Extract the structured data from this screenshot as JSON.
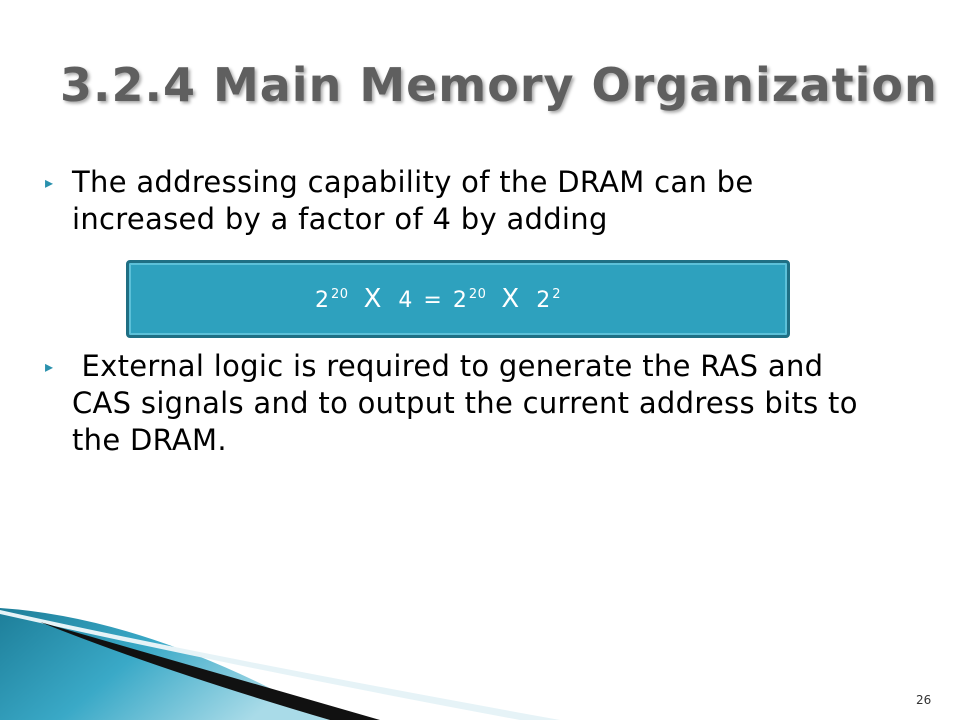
{
  "slide": {
    "title": "3.2.4 Main Memory Organization",
    "bullets": [
      {
        "marker": "▸",
        "text": "The addressing capability of the DRAM can be increased by a factor of 4 by adding"
      },
      {
        "marker": "▸",
        "text": " External logic is required to generate the RAS and CAS signals and to output the current address bits to the DRAM."
      }
    ],
    "formula": {
      "base1": "2",
      "exp1": "20",
      "times1": "X",
      "factor": "4",
      "equals": "=",
      "base2": "2",
      "exp2": "20",
      "times2": "X",
      "base3": "2",
      "exp3": "2"
    },
    "page_number": "26"
  },
  "colors": {
    "title": "#5f5f5f",
    "accent": "#2ea1be",
    "box_border": "#1f6f84",
    "bullet_marker": "#2a91ad"
  },
  "icons": {
    "bullet_marker": "triangle-right-icon",
    "decoration": "swoosh-decoration"
  }
}
